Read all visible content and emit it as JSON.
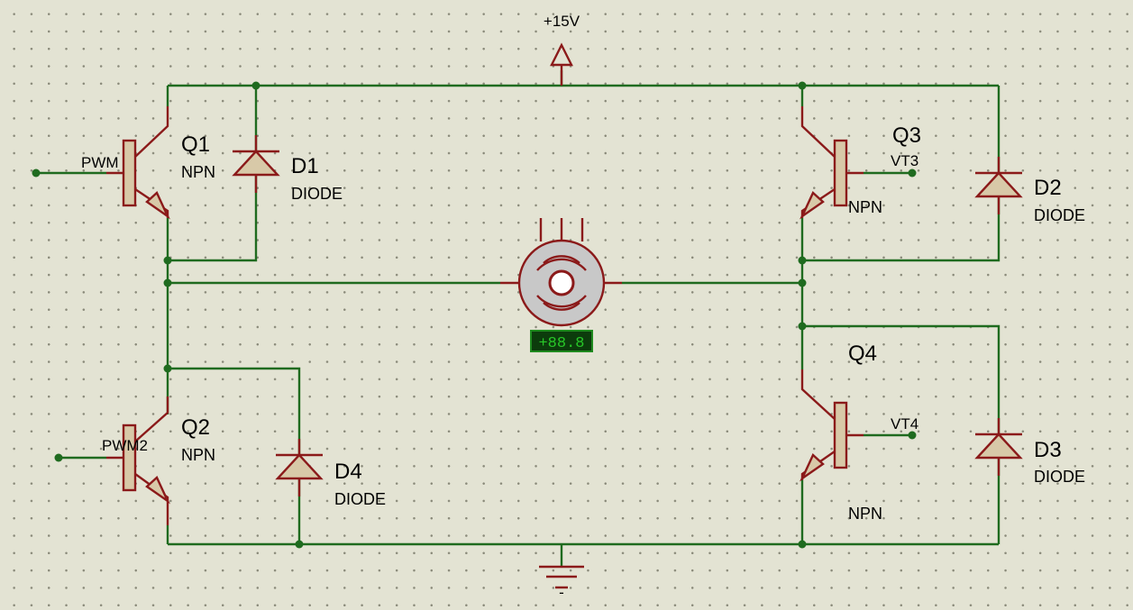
{
  "power": {
    "label": "+15V"
  },
  "ground": {
    "label": "-"
  },
  "transistors": [
    {
      "ref": "Q1",
      "type": "NPN",
      "input": "PWM"
    },
    {
      "ref": "Q2",
      "type": "NPN",
      "input": "PWM2"
    },
    {
      "ref": "Q3",
      "type": "NPN",
      "input": "VT3"
    },
    {
      "ref": "Q4",
      "type": "NPN",
      "input": "VT4"
    }
  ],
  "diodes": [
    {
      "ref": "D1",
      "type": "DIODE"
    },
    {
      "ref": "D2",
      "type": "DIODE"
    },
    {
      "ref": "D3",
      "type": "DIODE"
    },
    {
      "ref": "D4",
      "type": "DIODE"
    }
  ],
  "motor": {
    "readout": "+88.8"
  },
  "colors": {
    "wire": "#1f6b1f",
    "component": "#8b1a1a",
    "body": "#d8c9a8",
    "background": "#e3e3d3",
    "meter": "#28c828"
  }
}
